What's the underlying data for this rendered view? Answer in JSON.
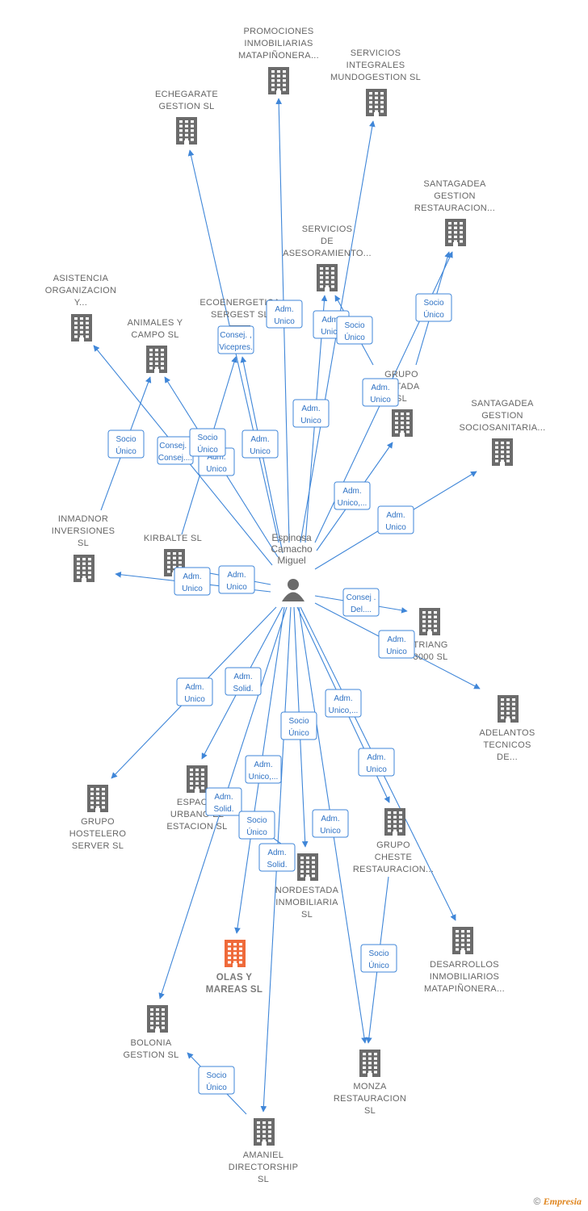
{
  "colors": {
    "edge": "#3f86d8",
    "company": "#6b6b6b",
    "highlight": "#ef6a3a",
    "person": "#6b6b6b"
  },
  "person": {
    "id": "p",
    "label": [
      "Espinosa",
      "Camacho",
      "Miguel"
    ],
    "icon": "person-icon"
  },
  "nodes": [
    {
      "id": "promo",
      "label": [
        "PROMOCIONES",
        "INMOBILIARIAS",
        "MATAPIÑONERA..."
      ],
      "icon": "building-icon"
    },
    {
      "id": "serv_int",
      "label": [
        "SERVICIOS",
        "INTEGRALES",
        "MUNDOGESTION SL"
      ],
      "icon": "building-icon"
    },
    {
      "id": "eche",
      "label": [
        "ECHEGARATE",
        "GESTION SL"
      ],
      "icon": "building-icon"
    },
    {
      "id": "santa_rest",
      "label": [
        "SANTAGADEA",
        "GESTION",
        "RESTAURACION..."
      ],
      "icon": "building-icon"
    },
    {
      "id": "serv_ases",
      "label": [
        "SERVICIOS",
        "DE",
        "ASESORAMIENTO..."
      ],
      "icon": "building-icon"
    },
    {
      "id": "asist",
      "label": [
        "ASISTENCIA",
        "ORGANIZACION",
        "Y..."
      ],
      "icon": "building-icon"
    },
    {
      "id": "ecoen",
      "label": [
        "ECOENERGETICA",
        "SERGEST SL"
      ],
      "icon": "building-icon"
    },
    {
      "id": "animales",
      "label": [
        "ANIMALES Y",
        "CAMPO SL"
      ],
      "icon": "building-icon"
    },
    {
      "id": "grupo_est",
      "label": [
        "GRUPO",
        "ESTADA",
        "SL"
      ],
      "icon": "building-icon"
    },
    {
      "id": "santa_soc",
      "label": [
        "SANTAGADEA",
        "GESTION",
        "SOCIOSANITARIA..."
      ],
      "icon": "building-icon"
    },
    {
      "id": "inmad",
      "label": [
        "INMADNOR",
        "INVERSIONES",
        "SL"
      ],
      "icon": "building-icon"
    },
    {
      "id": "kirb",
      "label": [
        "KIRBALTE SL"
      ],
      "icon": "building-icon"
    },
    {
      "id": "triang",
      "label": [
        "TRIANG",
        "3000 SL"
      ],
      "icon": "building-icon"
    },
    {
      "id": "adel",
      "label": [
        "ADELANTOS",
        "TECNICOS",
        "DE..."
      ],
      "icon": "building-icon"
    },
    {
      "id": "hostel",
      "label": [
        "GRUPO",
        "HOSTELERO",
        "SERVER SL"
      ],
      "icon": "building-icon"
    },
    {
      "id": "espacio",
      "label": [
        "ESPACIO",
        "URBANO EL",
        "ESTACION SL"
      ],
      "icon": "building-icon"
    },
    {
      "id": "cheste",
      "label": [
        "GRUPO",
        "CHESTE",
        "RESTAURACION..."
      ],
      "icon": "building-icon"
    },
    {
      "id": "nordest",
      "label": [
        "NORDESTADA",
        "INMOBILIARIA",
        "SL"
      ],
      "icon": "building-icon"
    },
    {
      "id": "olas",
      "label": [
        "OLAS Y",
        "MAREAS SL"
      ],
      "icon": "building-icon",
      "highlight": true
    },
    {
      "id": "desarr",
      "label": [
        "DESARROLLOS",
        "INMOBILIARIOS",
        "MATAPIÑONERA..."
      ],
      "icon": "building-icon"
    },
    {
      "id": "bolonia",
      "label": [
        "BOLONIA",
        "GESTION SL"
      ],
      "icon": "building-icon"
    },
    {
      "id": "monza",
      "label": [
        "MONZA",
        "RESTAURACION",
        "SL"
      ],
      "icon": "building-icon"
    },
    {
      "id": "amaniel",
      "label": [
        "AMANIEL",
        "DIRECTORSHIP",
        "SL"
      ],
      "icon": "building-icon"
    }
  ],
  "edges": [
    {
      "from": "p",
      "to": "promo",
      "label": [
        "Adm.",
        "Unico"
      ]
    },
    {
      "from": "p",
      "to": "eche",
      "label": [
        "Consej. ,",
        "Vicepres."
      ]
    },
    {
      "from": "p",
      "to": "serv_int",
      "label": [
        "Adm.",
        "Unico"
      ]
    },
    {
      "from": "p",
      "to": "serv_ases",
      "label": [
        "Adm.",
        "Unico"
      ]
    },
    {
      "from": "grupo_est",
      "to": "serv_ases",
      "label": [
        "Socio",
        "Único"
      ]
    },
    {
      "from": "grupo_est",
      "to": "santa_rest",
      "label": [
        "Socio",
        "Único"
      ]
    },
    {
      "from": "p",
      "to": "santa_rest",
      "label": [
        "Adm.",
        "Unico"
      ]
    },
    {
      "from": "p",
      "to": "grupo_est",
      "label": [
        "Adm.",
        "Unico,..."
      ]
    },
    {
      "from": "p",
      "to": "santa_soc",
      "label": [
        "Adm.",
        "Unico"
      ]
    },
    {
      "from": "p",
      "to": "asist",
      "label": [
        "Consej. ,",
        "Consej...."
      ]
    },
    {
      "from": "p",
      "to": "ecoen",
      "label": [
        "Adm.",
        "Unico"
      ]
    },
    {
      "from": "p",
      "to": "animales",
      "label": [
        "Adm.",
        "Unico"
      ]
    },
    {
      "from": "kirb",
      "to": "ecoen",
      "label": [
        "Socio",
        "Único"
      ]
    },
    {
      "from": "inmad",
      "to": "animales",
      "label": [
        "Socio",
        "Único"
      ]
    },
    {
      "from": "p",
      "to": "inmad",
      "label": [
        "Adm.",
        "Unico"
      ]
    },
    {
      "from": "p",
      "to": "kirb",
      "label": [
        "Adm.",
        "Unico"
      ]
    },
    {
      "from": "p",
      "to": "triang",
      "label": [
        "Consej .",
        "Del...."
      ]
    },
    {
      "from": "p",
      "to": "adel",
      "label": [
        "Adm.",
        "Unico"
      ]
    },
    {
      "from": "p",
      "to": "hostel",
      "label": [
        "Adm.",
        "Unico"
      ]
    },
    {
      "from": "p",
      "to": "espacio",
      "label": [
        "Adm.",
        "Solid."
      ]
    },
    {
      "from": "p",
      "to": "olas",
      "label": [
        "Adm.",
        "Unico,..."
      ]
    },
    {
      "from": "p",
      "to": "nordest",
      "label": [
        "Socio",
        "Único"
      ]
    },
    {
      "from": "p",
      "to": "cheste",
      "label": [
        "Adm.",
        "Unico,..."
      ]
    },
    {
      "from": "p",
      "to": "desarr",
      "label": [
        "Adm.",
        "Unico"
      ]
    },
    {
      "from": "p",
      "to": "monza",
      "label": [
        "Adm.",
        "Unico"
      ]
    },
    {
      "from": "p",
      "to": "bolonia",
      "label": [
        "Adm.",
        "Solid."
      ]
    },
    {
      "from": "nordest",
      "to": "espacio",
      "label": [
        "Socio",
        "Único"
      ]
    },
    {
      "from": "p",
      "to": "amaniel",
      "label": [
        "Adm.",
        "Solid."
      ]
    },
    {
      "from": "cheste",
      "to": "monza",
      "label": [
        "Socio",
        "Único"
      ]
    },
    {
      "from": "amaniel",
      "to": "bolonia",
      "label": [
        "Socio",
        "Único"
      ]
    }
  ],
  "copyright": {
    "symbol": "©",
    "brand": "Empresia"
  }
}
